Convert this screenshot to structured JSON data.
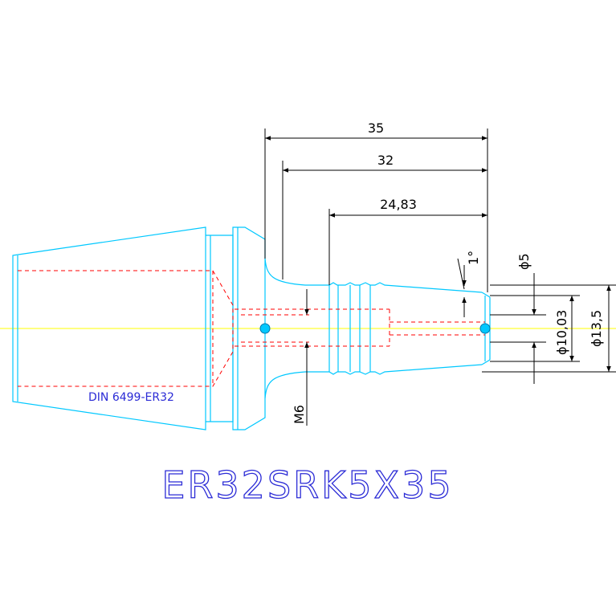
{
  "dimensions": {
    "length_total": "35",
    "length_mid": "32",
    "length_taper": "24,83",
    "diameter_bore": "ϕ5",
    "diameter_mid": "ϕ10,03",
    "diameter_outer": "ϕ13,5",
    "thread": "M6",
    "taper_angle": "1°"
  },
  "standard_label": "DIN 6499-ER32",
  "part_number": "ER32SRK5X35",
  "colors": {
    "outline": "#00c8ff",
    "hidden": "#ff0000",
    "centerline": "#ffff00",
    "dimension": "#000000",
    "label": "#2b2bd6",
    "marker": "#00c8ff"
  }
}
